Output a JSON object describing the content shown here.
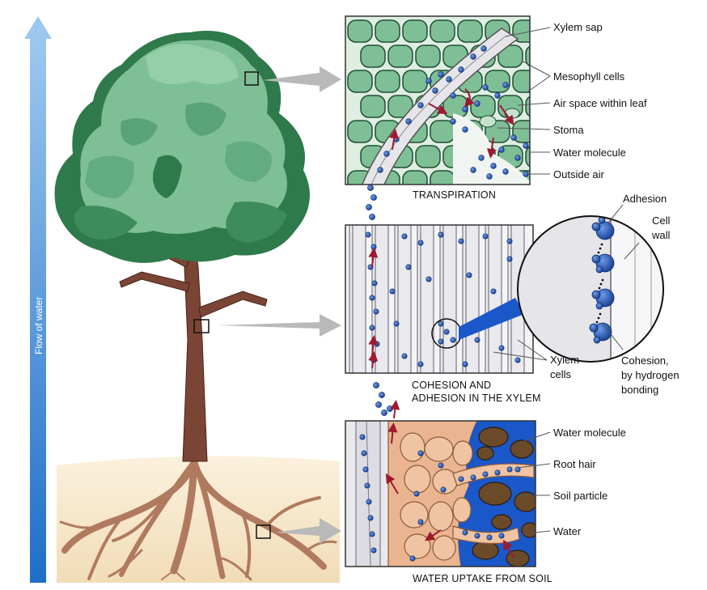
{
  "flow_axis_label": "Flow of water",
  "panels": {
    "transpiration": {
      "caption": "TRANSPIRATION",
      "labels": [
        "Xylem sap",
        "Mesophyll cells",
        "Air space within leaf",
        "Stoma",
        "Water molecule",
        "Outside air"
      ]
    },
    "xylem": {
      "caption_line1": "COHESION AND",
      "caption_line2": "ADHESION IN THE XYLEM",
      "cells_label_line1": "Xylem",
      "cells_label_line2": "cells",
      "zoom_labels": {
        "adhesion": "Adhesion",
        "cell_wall_line1": "Cell",
        "cell_wall_line2": "wall",
        "cohesion_line1": "Cohesion,",
        "cohesion_line2": "by hydrogen",
        "cohesion_line3": "bonding"
      }
    },
    "soil": {
      "caption": "WATER UPTAKE FROM SOIL",
      "labels": [
        "Water molecule",
        "Root hair",
        "Soil particle",
        "Water"
      ]
    }
  },
  "colors": {
    "flow_arrow": "#3b8fd8",
    "leaf_light": "#7fbf96",
    "leaf_dark": "#2f7a4a",
    "trunk": "#7a4535",
    "root": "#b07a5e",
    "soil": "#f5e6c8",
    "molecule": "#1f4fa8",
    "arrow_red": "#a01830",
    "soil_water": "#1a57c9",
    "soil_particle": "#6b4a2a"
  }
}
